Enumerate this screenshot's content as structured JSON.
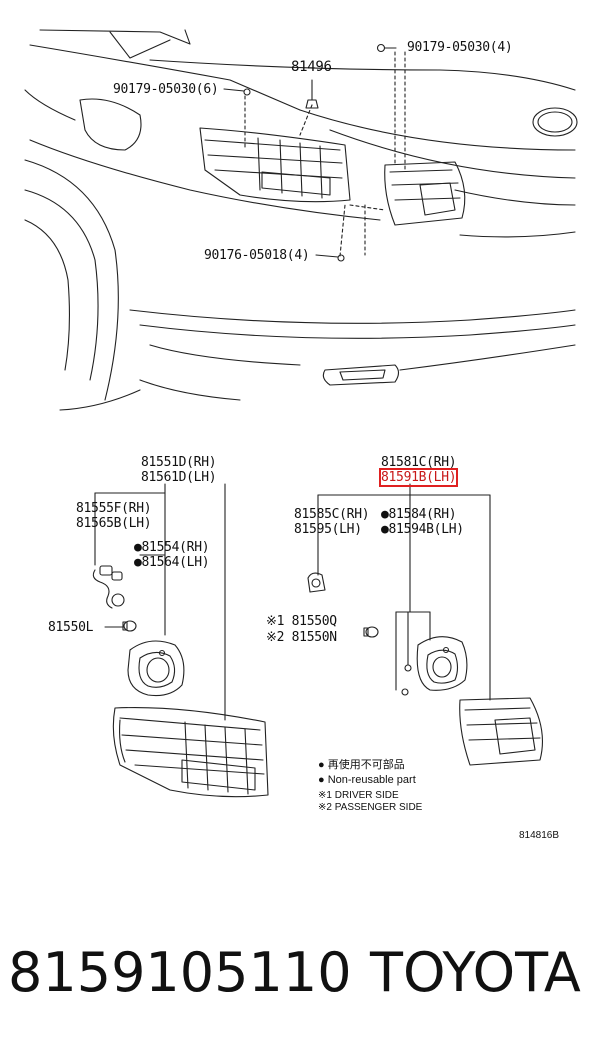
{
  "callouts": {
    "bolt_top_right": "90179-05030(4)",
    "part_81496": "81496",
    "bolt_top_left": "90179-05030(6)",
    "nut_bottom": "90176-05018(4)",
    "outer_lamp_rh": "81551D(RH)",
    "outer_lamp_lh": "81561D(LH)",
    "socket_rh": "81555F(RH)",
    "socket_lh": "81565B(LH)",
    "gasket_rh": "●81554(RH)",
    "gasket_lh": "●81564(LH)",
    "bulb_outer": "81550L",
    "inner_lamp_rh": "81581C(RH)",
    "inner_lamp_lh": "81591B(LH)",
    "inner_socket_rh": "81585C(RH)",
    "inner_socket_lh": "81595(LH)",
    "inner_gasket_rh": "●81584(RH)",
    "inner_gasket_lh": "●81594B(LH)",
    "bulb_driver": "※1 81550Q",
    "bulb_passenger": "※2 81550N"
  },
  "legend": {
    "jp_line": "● 再使用不可部品",
    "en_line": "● Non-reusable part",
    "driver_line": "※1  DRIVER SIDE",
    "passenger_line": "※2  PASSENGER SIDE"
  },
  "diagram_code": "814816B",
  "highlight_color": "#e02020",
  "footer": {
    "part_number": "8159105110",
    "brand": "TOYOTA"
  }
}
